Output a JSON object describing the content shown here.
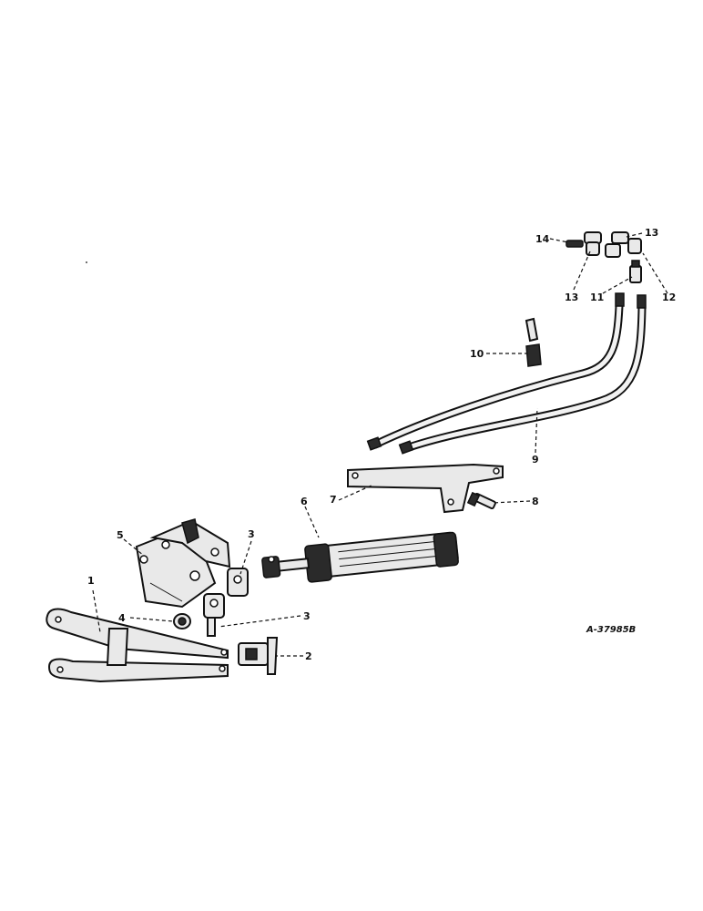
{
  "callouts": {
    "c1": "1",
    "c2": "2",
    "c3a": "3",
    "c3b": "3",
    "c4": "4",
    "c5": "5",
    "c6": "6",
    "c7": "7",
    "c8": "8",
    "c9": "9",
    "c10": "10",
    "c11": "11",
    "c12": "12",
    "c13a": "13",
    "c13b": "13",
    "c14": "14"
  },
  "drawing_code": "A-37985B"
}
